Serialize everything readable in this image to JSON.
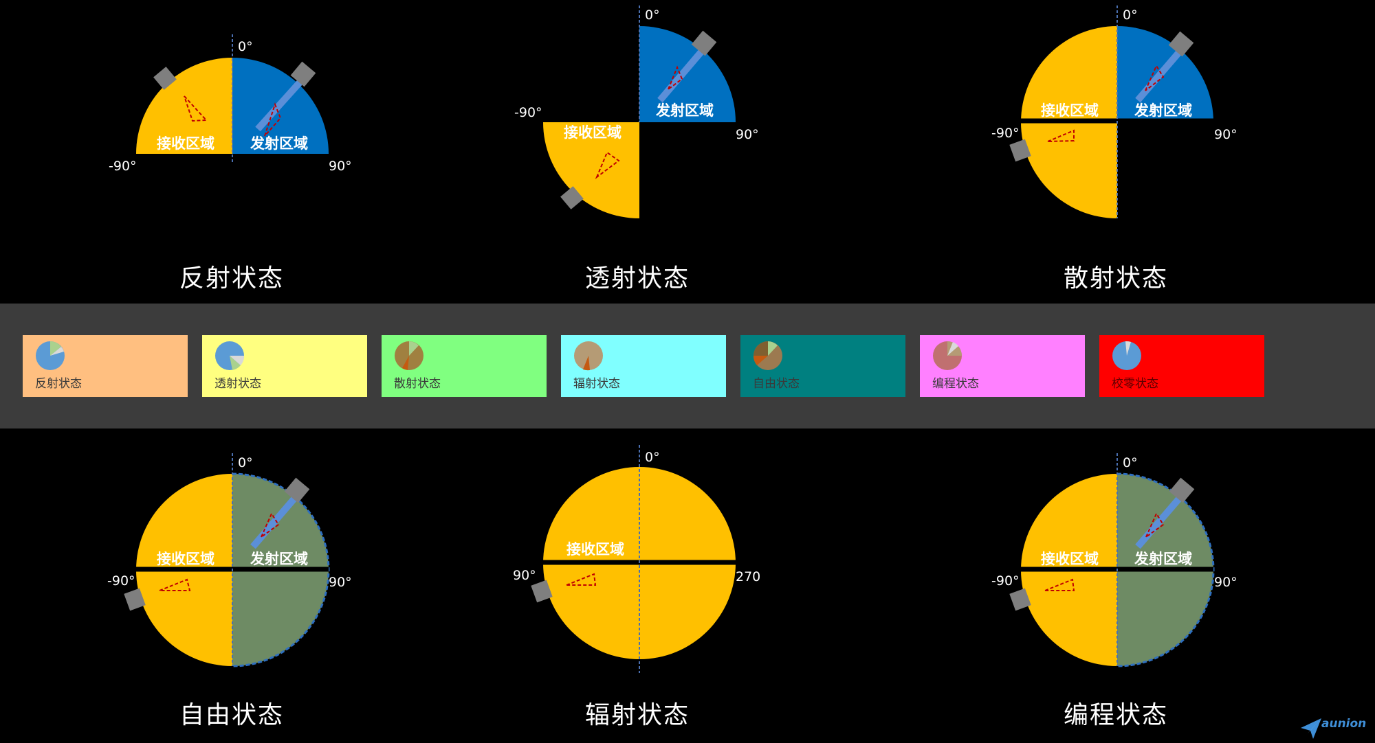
{
  "colors": {
    "receive": "#FFC000",
    "transmit": "#0070C0",
    "free_zone": "#6E8B64",
    "background": "#000000",
    "legend_band": "#3C3C3C"
  },
  "states": {
    "reflect": {
      "title": "反射状态",
      "receive_label": "接收区域",
      "transmit_label": "发射区域",
      "angle_top": "0°",
      "angle_left": "-90°",
      "angle_right": "90°"
    },
    "transmit": {
      "title": "透射状态",
      "receive_label": "接收区域",
      "transmit_label": "发射区域",
      "angle_top": "0°",
      "angle_left": "-90°",
      "angle_right": "90°"
    },
    "scatter": {
      "title": "散射状态",
      "receive_label": "接收区域",
      "transmit_label": "发射区域",
      "angle_top": "0°",
      "angle_left": "-90°",
      "angle_right": "90°"
    },
    "free": {
      "title": "自由状态",
      "receive_label": "接收区域",
      "transmit_label": "发射区域",
      "angle_top": "0°",
      "angle_left": "-90°",
      "angle_right": "90°"
    },
    "radiate": {
      "title": "辐射状态",
      "receive_label": "接收区域",
      "angle_top": "0°",
      "angle_left": "90°",
      "angle_right": "270"
    },
    "program": {
      "title": "编程状态",
      "receive_label": "接收区域",
      "transmit_label": "发射区域",
      "angle_top": "0°",
      "angle_left": "-90°",
      "angle_right": "90°"
    }
  },
  "legend": [
    {
      "label": "反射状态",
      "bg": "#FFBF80",
      "icon": "pie-blue"
    },
    {
      "label": "透射状态",
      "bg": "#FFFF80",
      "icon": "pie-blue"
    },
    {
      "label": "散射状态",
      "bg": "#80FF80",
      "icon": "pie-olive"
    },
    {
      "label": "辐射状态",
      "bg": "#80FFFF",
      "icon": "pie-tan"
    },
    {
      "label": "自由状态",
      "bg": "#008080",
      "icon": "pie-olive"
    },
    {
      "label": "编程状态",
      "bg": "#FF80FF",
      "icon": "pie-rose"
    },
    {
      "label": "校零状态",
      "bg": "#FF0000",
      "icon": "pie-blue"
    }
  ],
  "logo": {
    "name": "aunion"
  }
}
